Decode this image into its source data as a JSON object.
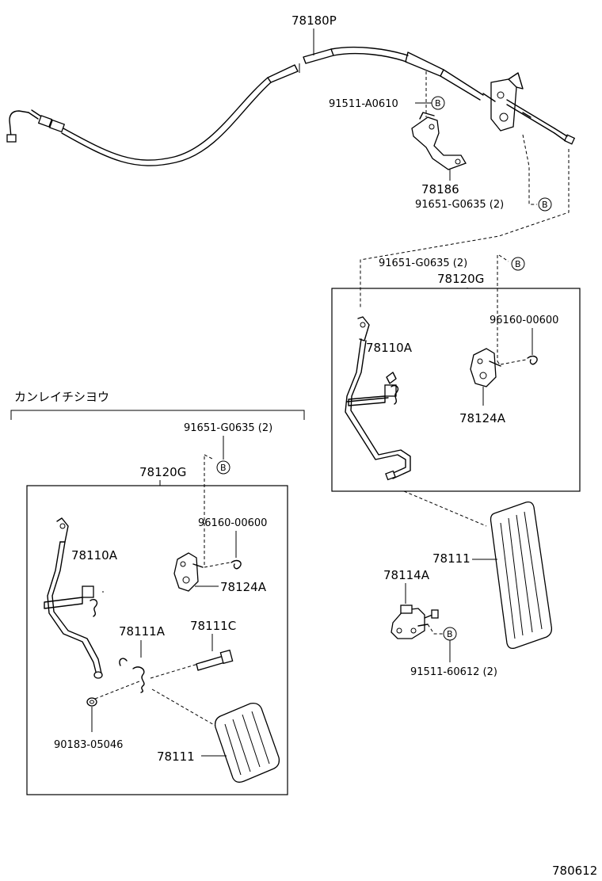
{
  "labels": {
    "cable": "78180P",
    "bolt_a0610": "91511-A0610",
    "bracket": "78186",
    "clip_top": "91651-G0635 (2)",
    "clip_mid": "91651-G0635 (2)",
    "assy_right": "78120G",
    "ring_right": "96160-00600",
    "lever_right": "78110A",
    "bracket_right": "78124A",
    "pedal_right": "78111",
    "stopper": "78114A",
    "bolt_60612": "91511-60612 (2)",
    "section_title": "カンレイチシヨウ",
    "clip_left": "91651-G0635 (2)",
    "assy_left": "78120G",
    "ring_left": "96160-00600",
    "lever_left": "78110A",
    "bracket_left": "78124A",
    "spring_left": "78111A",
    "pin_left": "78111C",
    "washer_left": "90183-05046",
    "pedal_left": "78111",
    "figure_no": "780612"
  },
  "ref_mark": "B"
}
